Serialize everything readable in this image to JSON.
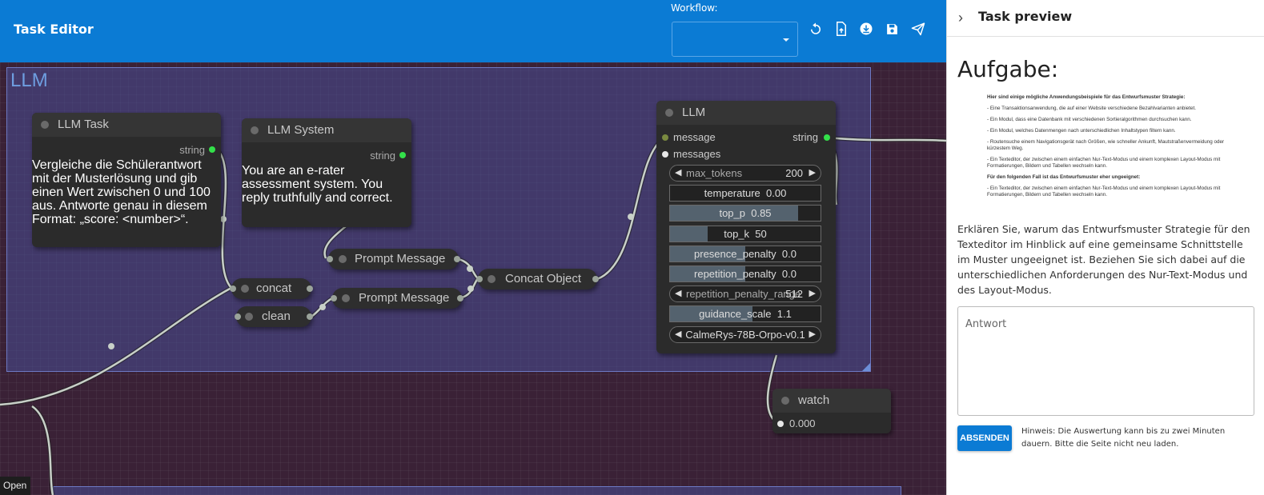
{
  "appbar": {
    "title": "Task Editor",
    "workflow_label": "Workflow:",
    "workflow_value": ""
  },
  "toolbar_icons": [
    "reload-icon",
    "upload-icon",
    "download-icon",
    "save-icon",
    "send-icon"
  ],
  "canvas": {
    "group_title": "LLM",
    "open_badge": "Open",
    "nodes": {
      "llm_task": {
        "title": "LLM Task",
        "output": "string",
        "text": "Vergleiche die Schülerantwort mit der Musterlösung und gib einen Wert zwischen 0 und 100 aus. Antworte genau in diesem Format: „score: <number>“."
      },
      "llm_system": {
        "title": "LLM System",
        "output": "string",
        "text": "You are an e-rater assessment system. You reply truthfully and correct."
      },
      "prompt_message_1": {
        "title": "Prompt Message"
      },
      "prompt_message_2": {
        "title": "Prompt Message"
      },
      "concat": {
        "title": "concat"
      },
      "clean": {
        "title": "clean"
      },
      "concat_object": {
        "title": "Concat Object"
      },
      "llm": {
        "title": "LLM",
        "inputs": [
          "message",
          "messages"
        ],
        "output": "string",
        "widgets": [
          {
            "label": "max_tokens",
            "value": "200",
            "kind": "number",
            "fill": 0
          },
          {
            "label": "temperature",
            "value": "0.00",
            "kind": "slider",
            "fill": 0.0
          },
          {
            "label": "top_p",
            "value": "0.85",
            "kind": "slider",
            "fill": 0.85
          },
          {
            "label": "top_k",
            "value": "50",
            "kind": "slider",
            "fill": 0.25
          },
          {
            "label": "presence_penalty",
            "value": "0.0",
            "kind": "slider",
            "fill": 0.5
          },
          {
            "label": "repetition_penalty",
            "value": "0.0",
            "kind": "slider",
            "fill": 0.5
          },
          {
            "label": "repetition_penalty_range",
            "value": "512",
            "kind": "number",
            "fill": 0
          },
          {
            "label": "guidance_scale",
            "value": "1.1",
            "kind": "slider",
            "fill": 0.55
          },
          {
            "label": "model",
            "value": "CalmeRys-78B-Orpo-v0.1",
            "kind": "combo",
            "fill": 0
          }
        ]
      },
      "watch": {
        "title": "watch",
        "value": "0.000"
      }
    }
  },
  "panel": {
    "title": "Task preview",
    "heading": "Aufgabe:",
    "doc": {
      "intro": "Hier sind einige mögliche Anwendungsbeispiele für das Entwurfsmuster Strategie:",
      "items": [
        "- Eine Transaktionsanwendung, die auf einer Website verschiedene Bezahlvarianten anbietet.",
        "- Ein Modul, dass eine Datenbank mit verschiedenen Sortieralgorithmen durchsuchen kann.",
        "- Ein Modul, welches Datenmengen nach unterschiedlichen Inhaltstypen filtern kann.",
        "- Routensuche einem Navigationsgerät nach Größen, wie schneller Ankunft, Mautstraßenvermeidung oder kürzestem Weg.",
        "- Ein Texteditor, der zwischen einem einfachen Nur-Text-Modus und einem komplexen Layout-Modus mit Formatierungen, Bildern und Tabellen wechseln kann."
      ],
      "intro2": "Für den folgenden Fall ist das Entwurfsmuster eher ungeeignet:",
      "item2": "- Ein Texteditor, der zwischen einem einfachen Nur-Text-Modus und einem komplexen Layout-Modus mit Formatierungen, Bildern und Tabellen wechseln kann."
    },
    "description": "Erklären Sie, warum das Entwurfsmuster Strategie für den Texteditor im Hinblick auf eine gemeinsame Schnittstelle im Muster ungeeignet ist. Beziehen Sie sich dabei auf die unterschiedlichen Anforderungen des Nur-Text-Modus und des Layout-Modus.",
    "answer_placeholder": "Antwort",
    "submit_label": "ABSENDEN",
    "hint": "Hinweis: Die Auswertung kann bis zu zwei Minuten dauern. Bitte die Seite nicht neu laden."
  }
}
